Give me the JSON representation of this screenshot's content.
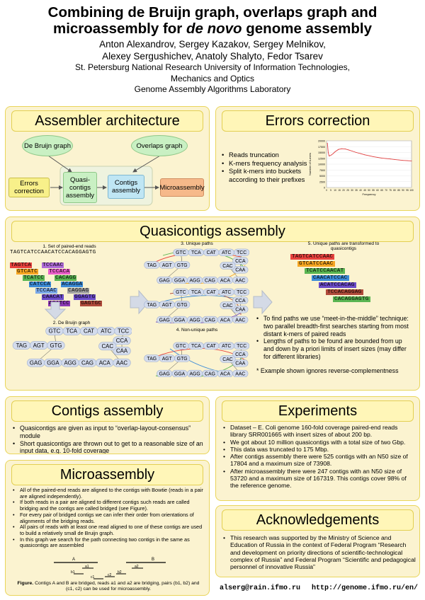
{
  "header": {
    "title_line1": "Combining de Bruijn graph, overlaps graph and",
    "title_line2_pre": "microassembly for ",
    "title_line2_em": "de novo",
    "title_line2_post": " genome assembly",
    "authors_line1": "Anton Alexandrov, Sergey Kazakov, Sergey Melnikov,",
    "authors_line2": "Alexey Sergushichev, Anatoly Shalyto, Fedor Tsarev",
    "affiliation_line1": "St. Petersburg National Research University of Information Technologies,",
    "affiliation_line2": "Mechanics and Optics",
    "affiliation_line3": "Genome Assembly Algorithms Laboratory"
  },
  "architecture": {
    "heading": "Assembler architecture",
    "nodes": {
      "de_bruijn": "De Bruijn graph",
      "overlaps": "Overlaps graph",
      "errors": "Errors correction",
      "quasi": "Quasi-contigs assembly",
      "contigs": "Contigs assembly",
      "micro": "Microassembly"
    },
    "colors": {
      "green": "#c9f0c3",
      "yellow": "#f8f08a",
      "blue": "#bfe6f4",
      "orange": "#f6b98a"
    }
  },
  "errors_correction": {
    "heading": "Errors correction",
    "bullets": [
      "Reads truncation",
      "K-mers frequency analysis",
      "Split k-mers into buckets according to their prefixes"
    ],
    "chart": {
      "ylabel": "Number of k-mers",
      "xlabel": "Frequency",
      "y_ticks": [
        "0",
        "2500",
        "5000",
        "7500",
        "10000",
        "12500",
        "15000",
        "17500",
        "20000"
      ],
      "x_ticks": [
        "0",
        "5",
        "10",
        "15",
        "20",
        "25",
        "30",
        "35",
        "40",
        "45",
        "50",
        "55",
        "60",
        "65",
        "70",
        "75",
        "80",
        "85",
        "90",
        "95",
        "100"
      ],
      "line_color": "#e04040"
    }
  },
  "chart_data": {
    "type": "line",
    "title": "",
    "xlabel": "Frequency",
    "ylabel": "Number of k-mers",
    "xlim": [
      0,
      100
    ],
    "ylim": [
      0,
      20000
    ],
    "x": [
      1,
      2,
      3,
      4,
      6,
      8,
      10,
      14,
      18,
      22,
      26,
      30,
      35,
      40,
      45,
      50,
      55,
      60,
      65,
      70,
      75,
      80,
      85,
      90,
      95,
      100
    ],
    "y": [
      19000,
      15000,
      13500,
      13600,
      14000,
      14600,
      15300,
      16300,
      16600,
      16500,
      16100,
      15600,
      15000,
      14500,
      14000,
      13600,
      13200,
      12900,
      12600,
      12400,
      12200,
      12000,
      11800,
      11600,
      11500,
      11400
    ]
  },
  "quasicontigs": {
    "heading": "Quasicontigs assembly",
    "step1": "1. Set of paired-end reads",
    "step2": "2. De Bruijn graph",
    "step3": "3. Unique paths",
    "step4": "4. Non-unique paths",
    "step5": "5. Unique paths are transformed to quasicontigs",
    "genome": "TAGTCATCCAACATCCACAGGAGTG",
    "reads": [
      {
        "a": "TAGTCA",
        "b": "TCCAAC",
        "ca": "#e8423e",
        "cb": "#b06dd8"
      },
      {
        "a": "GTCATC",
        "b": "TCCACA",
        "ca": "#f6a623",
        "cb": "#e85dc8"
      },
      {
        "a": "TCATCC",
        "b": "CACAGG",
        "ca": "#5ab552",
        "cb": "#5ab552"
      },
      {
        "a": "CATCCA",
        "b": "ACAGGA",
        "ca": "#3d8cd8",
        "cb": "#3d8cd8"
      },
      {
        "a": "TCCAAC",
        "b": "CAGGAG",
        "ca": "#7aa8e8",
        "cb": "#a4a4a4"
      },
      {
        "a": "CAACAT",
        "b": "GGAGTG",
        "ca": "#6b4bc8",
        "cb": "#6b4bc8"
      },
      {
        "a": "ACATCC",
        "b": "GAGTGC",
        "ca": "#8c3ab4",
        "cb": "#b04a3a"
      }
    ],
    "graph": {
      "top_row": [
        "GTC",
        "TCA",
        "CAT",
        "ATC",
        "TCC"
      ],
      "left_row": [
        "TAG",
        "AGT",
        "GTG"
      ],
      "right_col": [
        "CCA",
        "CAA",
        "CAC"
      ],
      "bottom_row": [
        "GAG",
        "GGA",
        "AGG",
        "CAG",
        "ACA",
        "AAC"
      ]
    },
    "quasi_list": [
      {
        "seq": "TAGTCATCCAAC",
        "color": "#e8423e"
      },
      {
        "seq": "GTCATCCAAC",
        "color": "#f6a623"
      },
      {
        "seq": "TCATCCAACAT",
        "color": "#5ab552"
      },
      {
        "seq": "CAACATCCAC",
        "color": "#3d8cd8"
      },
      {
        "seq": "ACATCCACAG",
        "color": "#6b4bc8"
      },
      {
        "seq": "TCCACAGGAG",
        "color": "#b04a3a"
      },
      {
        "seq": "CACAGGAGTG",
        "color": "#5ab552"
      }
    ],
    "bullets": [
      "To find paths we use “meet-in-the-middle” technique: two parallel breadth-first searches starting from most distant k-mers of paired reads",
      "Lengths of paths to be found are bounded from up and down by a priori limits of insert sizes (may differ for different libraries)"
    ],
    "note": "* Example shown ignores reverse-complementness"
  },
  "contigs": {
    "heading": "Contigs assembly",
    "bullets": [
      "Quasicontigs are given as input to “overlap-layout-consensus” module",
      "Short quasicontigs are thrown out to get to a reasonable size of an input data, e.g. 10-fold coverage"
    ]
  },
  "microassembly": {
    "heading": "Microassembly",
    "bullets": [
      "All of the paired-end reads are aligned to the contigs with Bowtie (reads in a pair are aligned independently).",
      "If both reads in a pair are aligned to different contigs such reads are called bridging and the contigs are called bridged (see Figure).",
      "For every pair of bridged contigs we can infer their order from orientations of alignments of the bridging reads.",
      "All pairs of reads with at least one read aligned to one of these contigs are used to build a relatively small de Bruijn graph.",
      "In this graph we search for the path connecting two contigs in the same as quasicontigs are assembled"
    ],
    "figure_labels": {
      "A": "A",
      "B": "B",
      "a1": "a1",
      "a2": "a2",
      "b1": "b1",
      "b2": "b2",
      "c1": "c1",
      "c2": "c2"
    },
    "caption_bold": "Figure.",
    "caption": " Contigs A and B are bridged, reads a1 and a2 are bridging, pairs (b1, b2) and (c1, c2) can be used for microassembly."
  },
  "experiments": {
    "heading": "Experiments",
    "bullets": [
      "Dataset – E. Coli genome 160-fold coverage paired-end reads library SRR001665 with insert sizes of about 200 bp.",
      "We got about 10 million quasicontigs with a total size of two Gbp.",
      "This data was truncated to 175 Mbp.",
      "After contigs assembly there were 525 contigs with an N50 size of 17804 and a maximum size of 73908.",
      "After microassembly there were 247 contigs with an N50 size of 53720 and a maximum size of 167319. This contigs cover 98% of the reference genome."
    ]
  },
  "acknowledgements": {
    "heading": "Acknowledgements",
    "bullets": [
      "This research was supported by the Ministry of Science and Education of Russia in the context of Federal Program “Research and development on priority directions of scientific-technological complex of Russia” and Federal Program “Scientific and pedagogical personnel of innovative Russia”"
    ]
  },
  "footer": {
    "email": "alserg@rain.ifmo.ru",
    "url": "http://genome.ifmo.ru/en/"
  }
}
